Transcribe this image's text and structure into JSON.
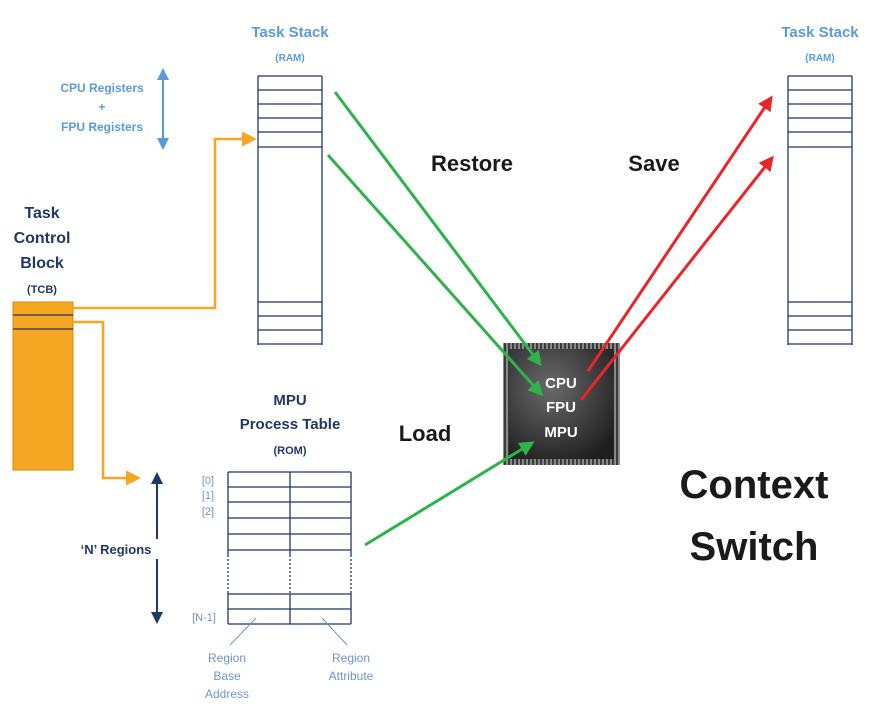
{
  "stack_left": {
    "title": "Task Stack",
    "subtitle": "(RAM)"
  },
  "stack_right": {
    "title": "Task Stack",
    "subtitle": "(RAM)"
  },
  "registers": {
    "line1": "CPU Registers",
    "line2": "+",
    "line3": "FPU Registers"
  },
  "tcb": {
    "line1": "Task",
    "line2": "Control",
    "line3": "Block",
    "abbr": "(TCB)"
  },
  "mpu_table": {
    "line1": "MPU",
    "line2": "Process Table",
    "subtitle": "(ROM)",
    "index_labels": [
      "[0]",
      "[1]",
      "[2]",
      "[N-1]"
    ],
    "regions_label": "‘N’ Regions",
    "column1_lines": [
      "Region",
      "Base",
      "Address"
    ],
    "column2_lines": [
      "Region",
      "Attribute"
    ]
  },
  "chip": {
    "line1": "CPU",
    "line2": "FPU",
    "line3": "MPU"
  },
  "actions": {
    "restore": "Restore",
    "save": "Save",
    "load": "Load"
  },
  "caption": {
    "line1": "Context",
    "line2": "Switch"
  },
  "colors": {
    "green": "#2eb34a",
    "red": "#e8262a",
    "orange": "#f5a623",
    "navy": "#1f3864",
    "label_blue": "#5b9bd5",
    "chip_dark": "#3c3c3c"
  }
}
